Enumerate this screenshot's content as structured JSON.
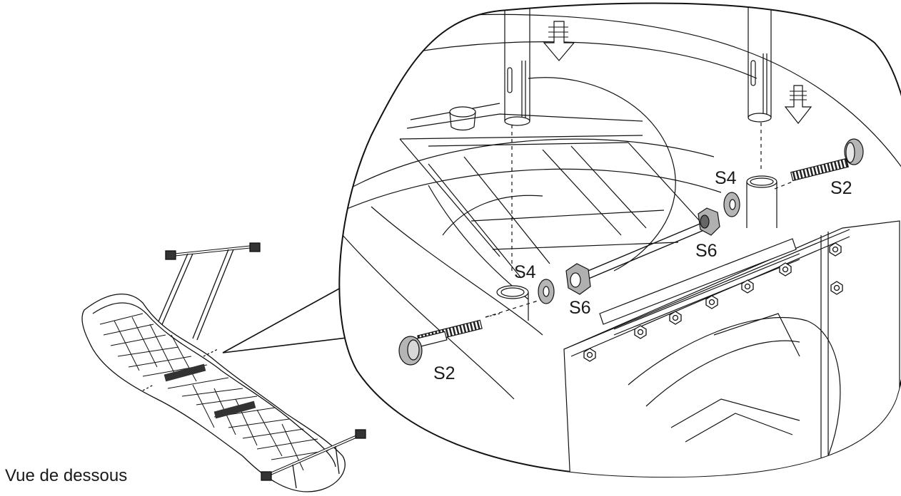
{
  "caption": "Vue de dessous",
  "parts": {
    "s2_right": "S2",
    "s4_right": "S4",
    "s6_right": "S6",
    "s4_left": "S4",
    "s6_left": "S6",
    "s2_left": "S2"
  }
}
